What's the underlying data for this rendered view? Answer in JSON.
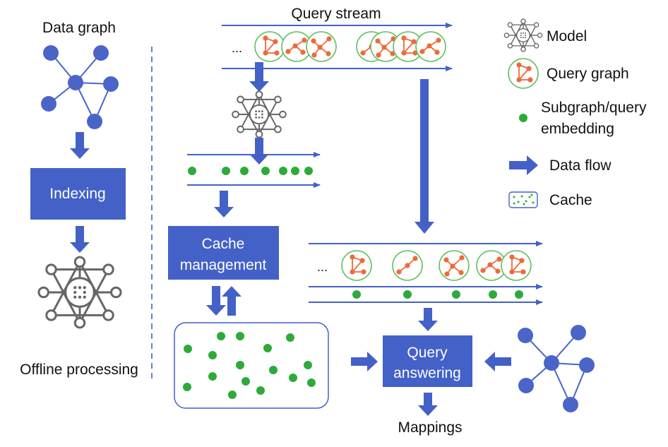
{
  "labels": {
    "data_graph": "Data graph",
    "query_stream": "Query stream",
    "offline_processing": "Offline processing",
    "mappings": "Mappings",
    "ellipsis": "..."
  },
  "boxes": {
    "indexing": "Indexing",
    "cache_management_line1": "Cache",
    "cache_management_line2": "management",
    "query_answering_line1": "Query",
    "query_answering_line2": "answering"
  },
  "legend": {
    "model": "Model",
    "query_graph": "Query graph",
    "embedding_line1": "Subgraph/query",
    "embedding_line2": "embedding",
    "data_flow": "Data flow",
    "cache": "Cache"
  },
  "colors": {
    "primary_blue": "#4361c7",
    "node_blue": "#4a64c8",
    "embedding_green": "#2eaa3a",
    "query_node_orange": "#ee6a3a",
    "query_circle_green": "#5cbf5c",
    "model_gray": "#666666"
  }
}
